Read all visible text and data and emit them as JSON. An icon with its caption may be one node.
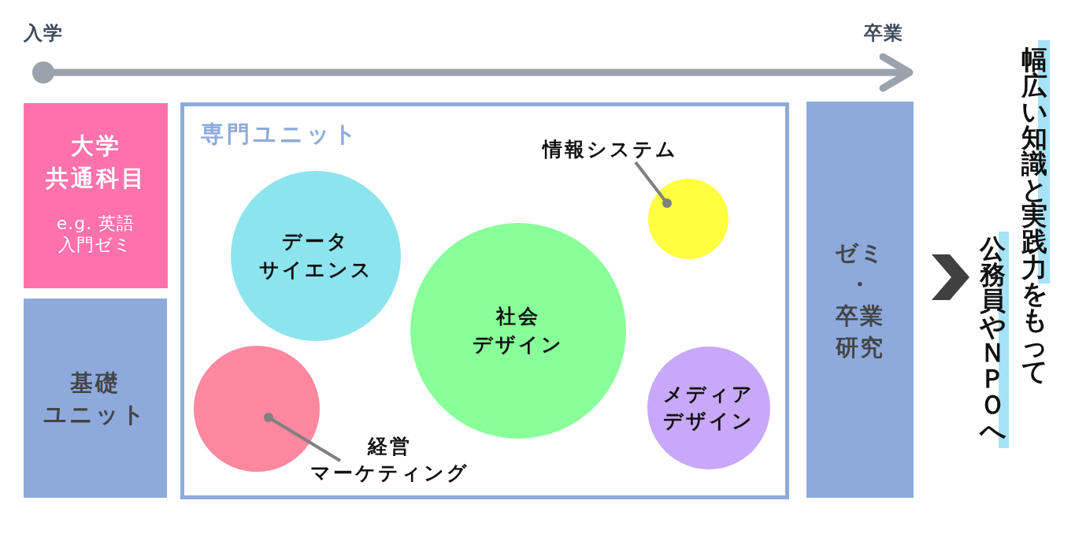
{
  "diagram": {
    "nodes": [
      {
        "text": [
          "大学共通科目",
          "e.g. 英語入門ゼミ"
        ]
      },
      {
        "text": [
          "基礎ユニット"
        ]
      },
      {
        "text": [
          "専門ユニット"
        ]
      },
      {
        "text": [
          "データサイエンス"
        ],
        "in": 2
      },
      {
        "text": [
          "情報システム"
        ],
        "in": 2
      },
      {
        "text": [],
        "shape": "circle",
        "in": 2
      },
      {
        "text": [
          "社会デザイン"
        ],
        "in": 2
      },
      {
        "text": [],
        "shape": "circle",
        "in": 2
      },
      {
        "text": [
          "経営マーケティング"
        ],
        "in": 2
      },
      {
        "text": [
          "メディアデザイン"
        ],
        "in": 2
      },
      {
        "text": [
          "ゼミ・卒業研究"
        ]
      },
      {
        "text": [
          "幅広い知識と実践力をもって公務員やＮＰＯへ"
        ]
      }
    ],
    "edges": [
      {
        "from": 4,
        "to": 5,
        "arrow": "other"
      },
      {
        "from": 8,
        "to": 7,
        "arrow": "other"
      },
      {
        "from": 10,
        "to": 11,
        "arrow": "to"
      }
    ],
    "labels": [
      "入学",
      "卒業"
    ]
  }
}
